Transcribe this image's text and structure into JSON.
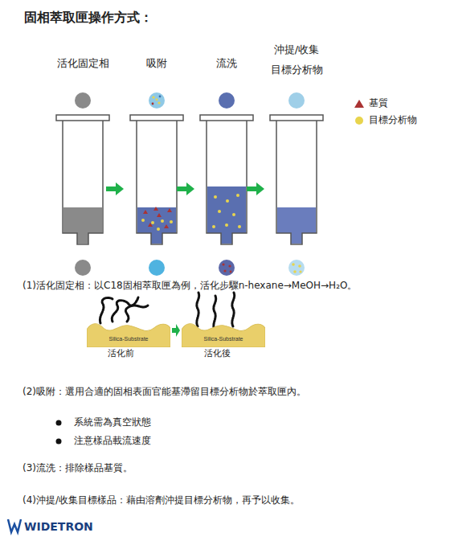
{
  "diagram": {
    "title": "固相萃取匣操作方式：",
    "nodes": [
      {
        "text": [
          "Silica-Substrate"
        ]
      },
      {
        "text": [
          "Silica-Substrate"
        ]
      }
    ],
    "edges": [
      {
        "from": 0,
        "to": 1,
        "arrow": "to"
      }
    ],
    "labels": [
      "活化固定相",
      "吸附",
      "流洗",
      "沖提/收集 目標分析物",
      "(1)活化固定相：以C18固相萃取匣為例，活化步驟n-hexane→MeOH→H₂O。",
      "活化前",
      "活化後",
      "(2)吸附：選用合適的固相表面官能基滯留目標分析物於萃取匣內。",
      "系統需為真空狀態",
      "注意樣品載流速度",
      "(3)流洗：排除樣品基質。",
      "(4)沖提/收集目標樣品：藉由溶劑沖提目標分析物，再予以收集。",
      "WIDETRON"
    ],
    "legend": [
      {
        "text": "基質"
      },
      {
        "text": "目標分析物"
      }
    ]
  }
}
